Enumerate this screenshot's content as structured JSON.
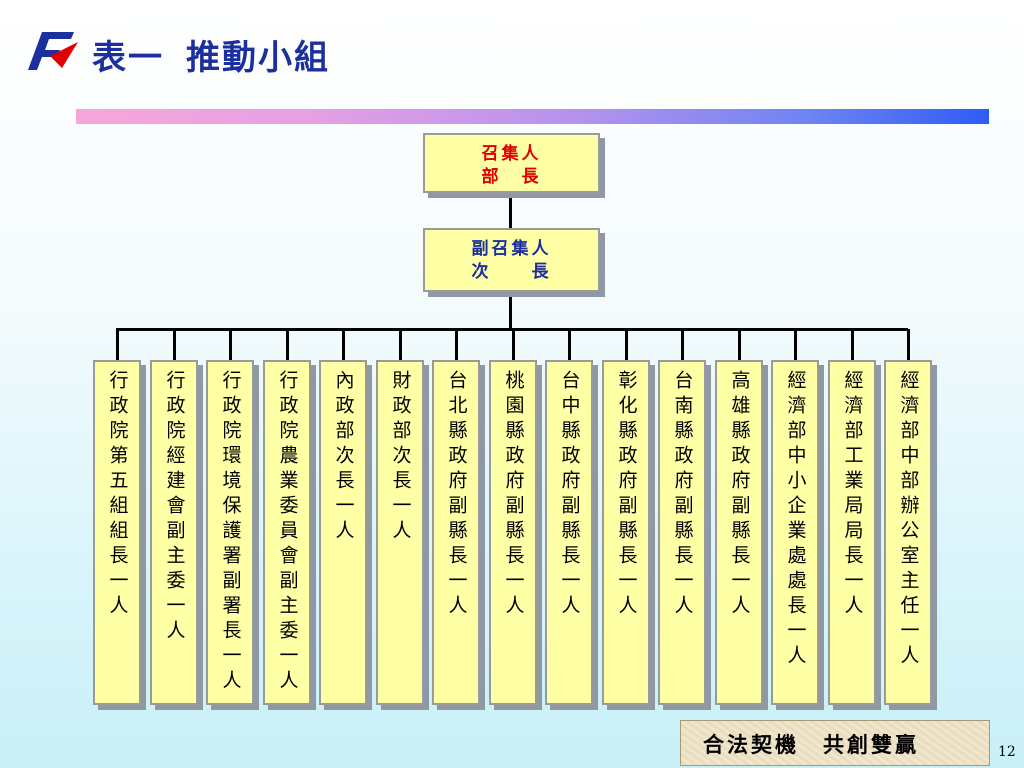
{
  "title": {
    "part1": "表一",
    "part2": "推動小組"
  },
  "convener": {
    "role": "召集人",
    "title": "部　長"
  },
  "deputy": {
    "role": "副召集人",
    "title": "次　　長"
  },
  "members": [
    "行政院第五組組長一人",
    "行政院經建會副主委一人",
    "行政院環境保護署副署長一人",
    "行政院農業委員會副主委一人",
    "內政部次長一人",
    "財政部次長一人",
    "台北縣政府副縣長一人",
    "桃園縣政府副縣長一人",
    "台中縣政府副縣長一人",
    "彰化縣政府副縣長一人",
    "台南縣政府副縣長一人",
    "高雄縣政府副縣長一人",
    "經濟部中小企業處處長一人",
    "經濟部工業局局長一人",
    "經濟部中部辦公室主任一人"
  ],
  "footer": {
    "slogan": "合法契機　共創雙贏"
  },
  "page_number": "12",
  "colors": {
    "title": "#1b2f9e",
    "convener_text": "#e00000",
    "box_fill": "#ffffa6"
  },
  "logo": {
    "icon": "company-logo-icon"
  }
}
